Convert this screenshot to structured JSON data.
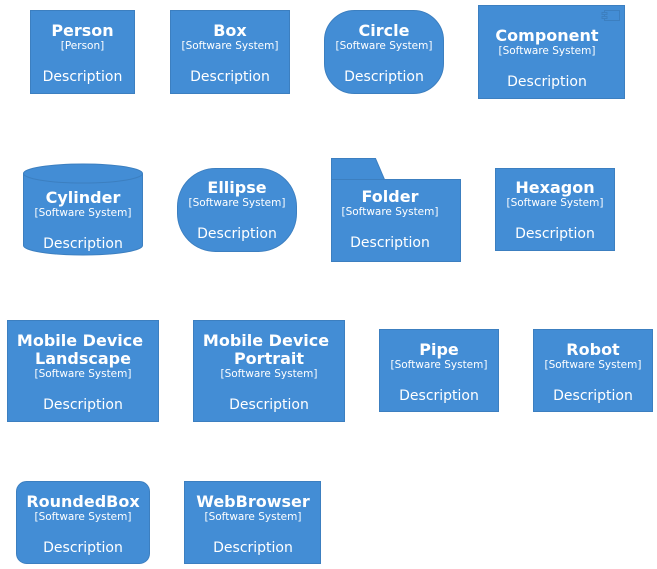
{
  "colors": {
    "fill": "#438DD5",
    "stroke": "#3C7FC0",
    "text": "#FFFFFF"
  },
  "elements": [
    {
      "title": "Person",
      "type": "[Person]",
      "description": "Description"
    },
    {
      "title": "Box",
      "type": "[Software System]",
      "description": "Description"
    },
    {
      "title": "Circle",
      "type": "[Software System]",
      "description": "Description"
    },
    {
      "title": "Component",
      "type": "[Software System]",
      "description": "Description"
    },
    {
      "title": "Cylinder",
      "type": "[Software System]",
      "description": "Description"
    },
    {
      "title": "Ellipse",
      "type": "[Software System]",
      "description": "Description"
    },
    {
      "title": "Folder",
      "type": "[Software System]",
      "description": "Description"
    },
    {
      "title": "Hexagon",
      "type": "[Software System]",
      "description": "Description"
    },
    {
      "title_lines": [
        "Mobile Device",
        "Landscape"
      ],
      "type": "[Software System]",
      "description": "Description"
    },
    {
      "title_lines": [
        "Mobile Device",
        "Portrait"
      ],
      "type": "[Software System]",
      "description": "Description"
    },
    {
      "title": "Pipe",
      "type": "[Software System]",
      "description": "Description"
    },
    {
      "title": "Robot",
      "type": "[Software System]",
      "description": "Description"
    },
    {
      "title": "RoundedBox",
      "type": "[Software System]",
      "description": "Description"
    },
    {
      "title": "WebBrowser",
      "type": "[Software System]",
      "description": "Description"
    }
  ]
}
